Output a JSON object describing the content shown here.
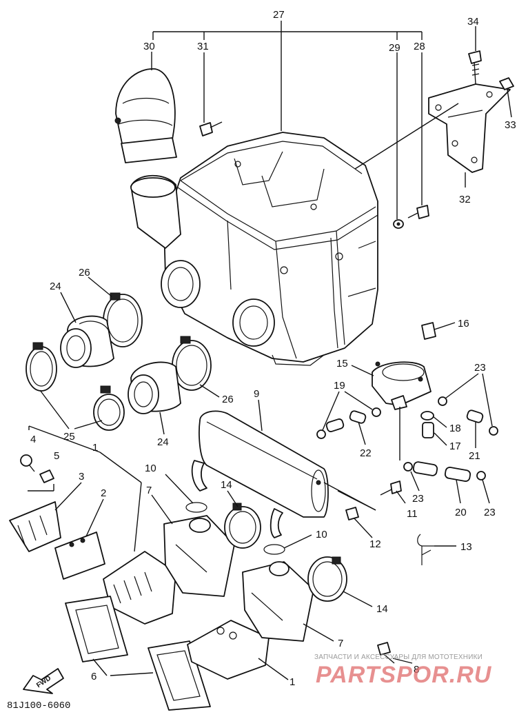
{
  "diagram": {
    "callouts": [
      {
        "id": "c27",
        "label": "27"
      },
      {
        "id": "c30",
        "label": "30"
      },
      {
        "id": "c31",
        "label": "31"
      },
      {
        "id": "c29",
        "label": "29"
      },
      {
        "id": "c28",
        "label": "28"
      },
      {
        "id": "c34",
        "label": "34"
      },
      {
        "id": "c33",
        "label": "33"
      },
      {
        "id": "c32",
        "label": "32"
      },
      {
        "id": "c26a",
        "label": "26"
      },
      {
        "id": "c24a",
        "label": "24"
      },
      {
        "id": "c26b",
        "label": "26"
      },
      {
        "id": "c24b",
        "label": "24"
      },
      {
        "id": "c25",
        "label": "25"
      },
      {
        "id": "c16",
        "label": "16"
      },
      {
        "id": "c15",
        "label": "15"
      },
      {
        "id": "c23a",
        "label": "23"
      },
      {
        "id": "c19",
        "label": "19"
      },
      {
        "id": "c18",
        "label": "18"
      },
      {
        "id": "c17",
        "label": "17"
      },
      {
        "id": "c21",
        "label": "21"
      },
      {
        "id": "c22",
        "label": "22"
      },
      {
        "id": "c9",
        "label": "9"
      },
      {
        "id": "c4",
        "label": "4"
      },
      {
        "id": "c5",
        "label": "5"
      },
      {
        "id": "c1a",
        "label": "1"
      },
      {
        "id": "c3",
        "label": "3"
      },
      {
        "id": "c2",
        "label": "2"
      },
      {
        "id": "c10a",
        "label": "10"
      },
      {
        "id": "c7a",
        "label": "7"
      },
      {
        "id": "c14a",
        "label": "14"
      },
      {
        "id": "c23b",
        "label": "23"
      },
      {
        "id": "c11",
        "label": "11"
      },
      {
        "id": "c20",
        "label": "20"
      },
      {
        "id": "c23c",
        "label": "23"
      },
      {
        "id": "c12",
        "label": "12"
      },
      {
        "id": "c13",
        "label": "13"
      },
      {
        "id": "c10b",
        "label": "10"
      },
      {
        "id": "c14b",
        "label": "14"
      },
      {
        "id": "c7b",
        "label": "7"
      },
      {
        "id": "c8",
        "label": "8"
      },
      {
        "id": "c6",
        "label": "6"
      },
      {
        "id": "c1b",
        "label": "1"
      }
    ],
    "fwd_label": "FWD",
    "drawing_code": "81J100-6060"
  },
  "watermark": {
    "tagline": "ЗАПЧАСТИ И АКСЕССУАРЫ ДЛЯ МОТОТЕХНИКИ",
    "logo": "PARTSPOR.RU",
    "color": "#e06b6b"
  }
}
